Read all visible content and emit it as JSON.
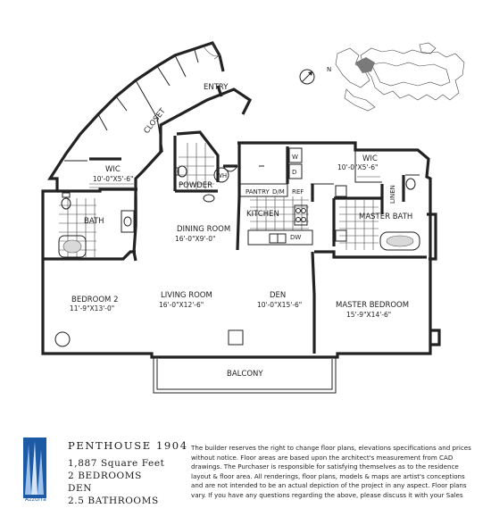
{
  "rooms": {
    "entry": "ENTRY",
    "closet": "CLOSET",
    "wic_left": "WIC",
    "wic_left_dim": "10'-0\"X5'-6\"",
    "bath": "BATH",
    "bedroom2": "BEDROOM 2",
    "bedroom2_dim": "11'-9\"X13'-0\"",
    "powder": "POWDER",
    "wh": "WH",
    "w": "W",
    "d": "D",
    "pantry": "PANTRY",
    "dm": "D/M",
    "ref": "REF",
    "kitchen": "KITCHEN",
    "dw": "DW",
    "dining": "DINING ROOM",
    "dining_dim": "16'-0\"X9'-0\"",
    "living": "LIVING ROOM",
    "living_dim": "16'-0\"X12'-6\"",
    "den": "DEN",
    "den_dim": "10'-0\"X15'-6\"",
    "wic_right": "WIC",
    "wic_right_dim": "10'-0\"X5'-6\"",
    "linen": "LINEN",
    "master_bath": "MASTER BATH",
    "master_bedroom": "MASTER BEDROOM",
    "master_bedroom_dim": "15'-9\"X14'-6\"",
    "balcony": "BALCONY",
    "north": "N"
  },
  "footer": {
    "brand": "Azzurra",
    "title": "PENTHOUSE 1904",
    "area": "1,887 Square Feet",
    "bedrooms": "2 BEDROOMS",
    "den": "DEN",
    "bathrooms": "2.5 BATHROOMS",
    "disclaimer": "The builder reserves the right to change floor plans, elevations specifications and prices without notice. Floor areas are based upon the architect's measurement from CAD drawings. The Purchaser is responsible for satisfying themselves as to the residence layout & floor area. All renderings, floor plans, models & maps are artist's conceptions and are not intended to be an actual depiction of the project in any aspect. Floor plans vary. If you have any questions regarding the above, please discuss it with your Sales"
  },
  "colors": {
    "brand_blue": "#1d5aa6",
    "key_plan_highlight": "#7a7a7a"
  }
}
